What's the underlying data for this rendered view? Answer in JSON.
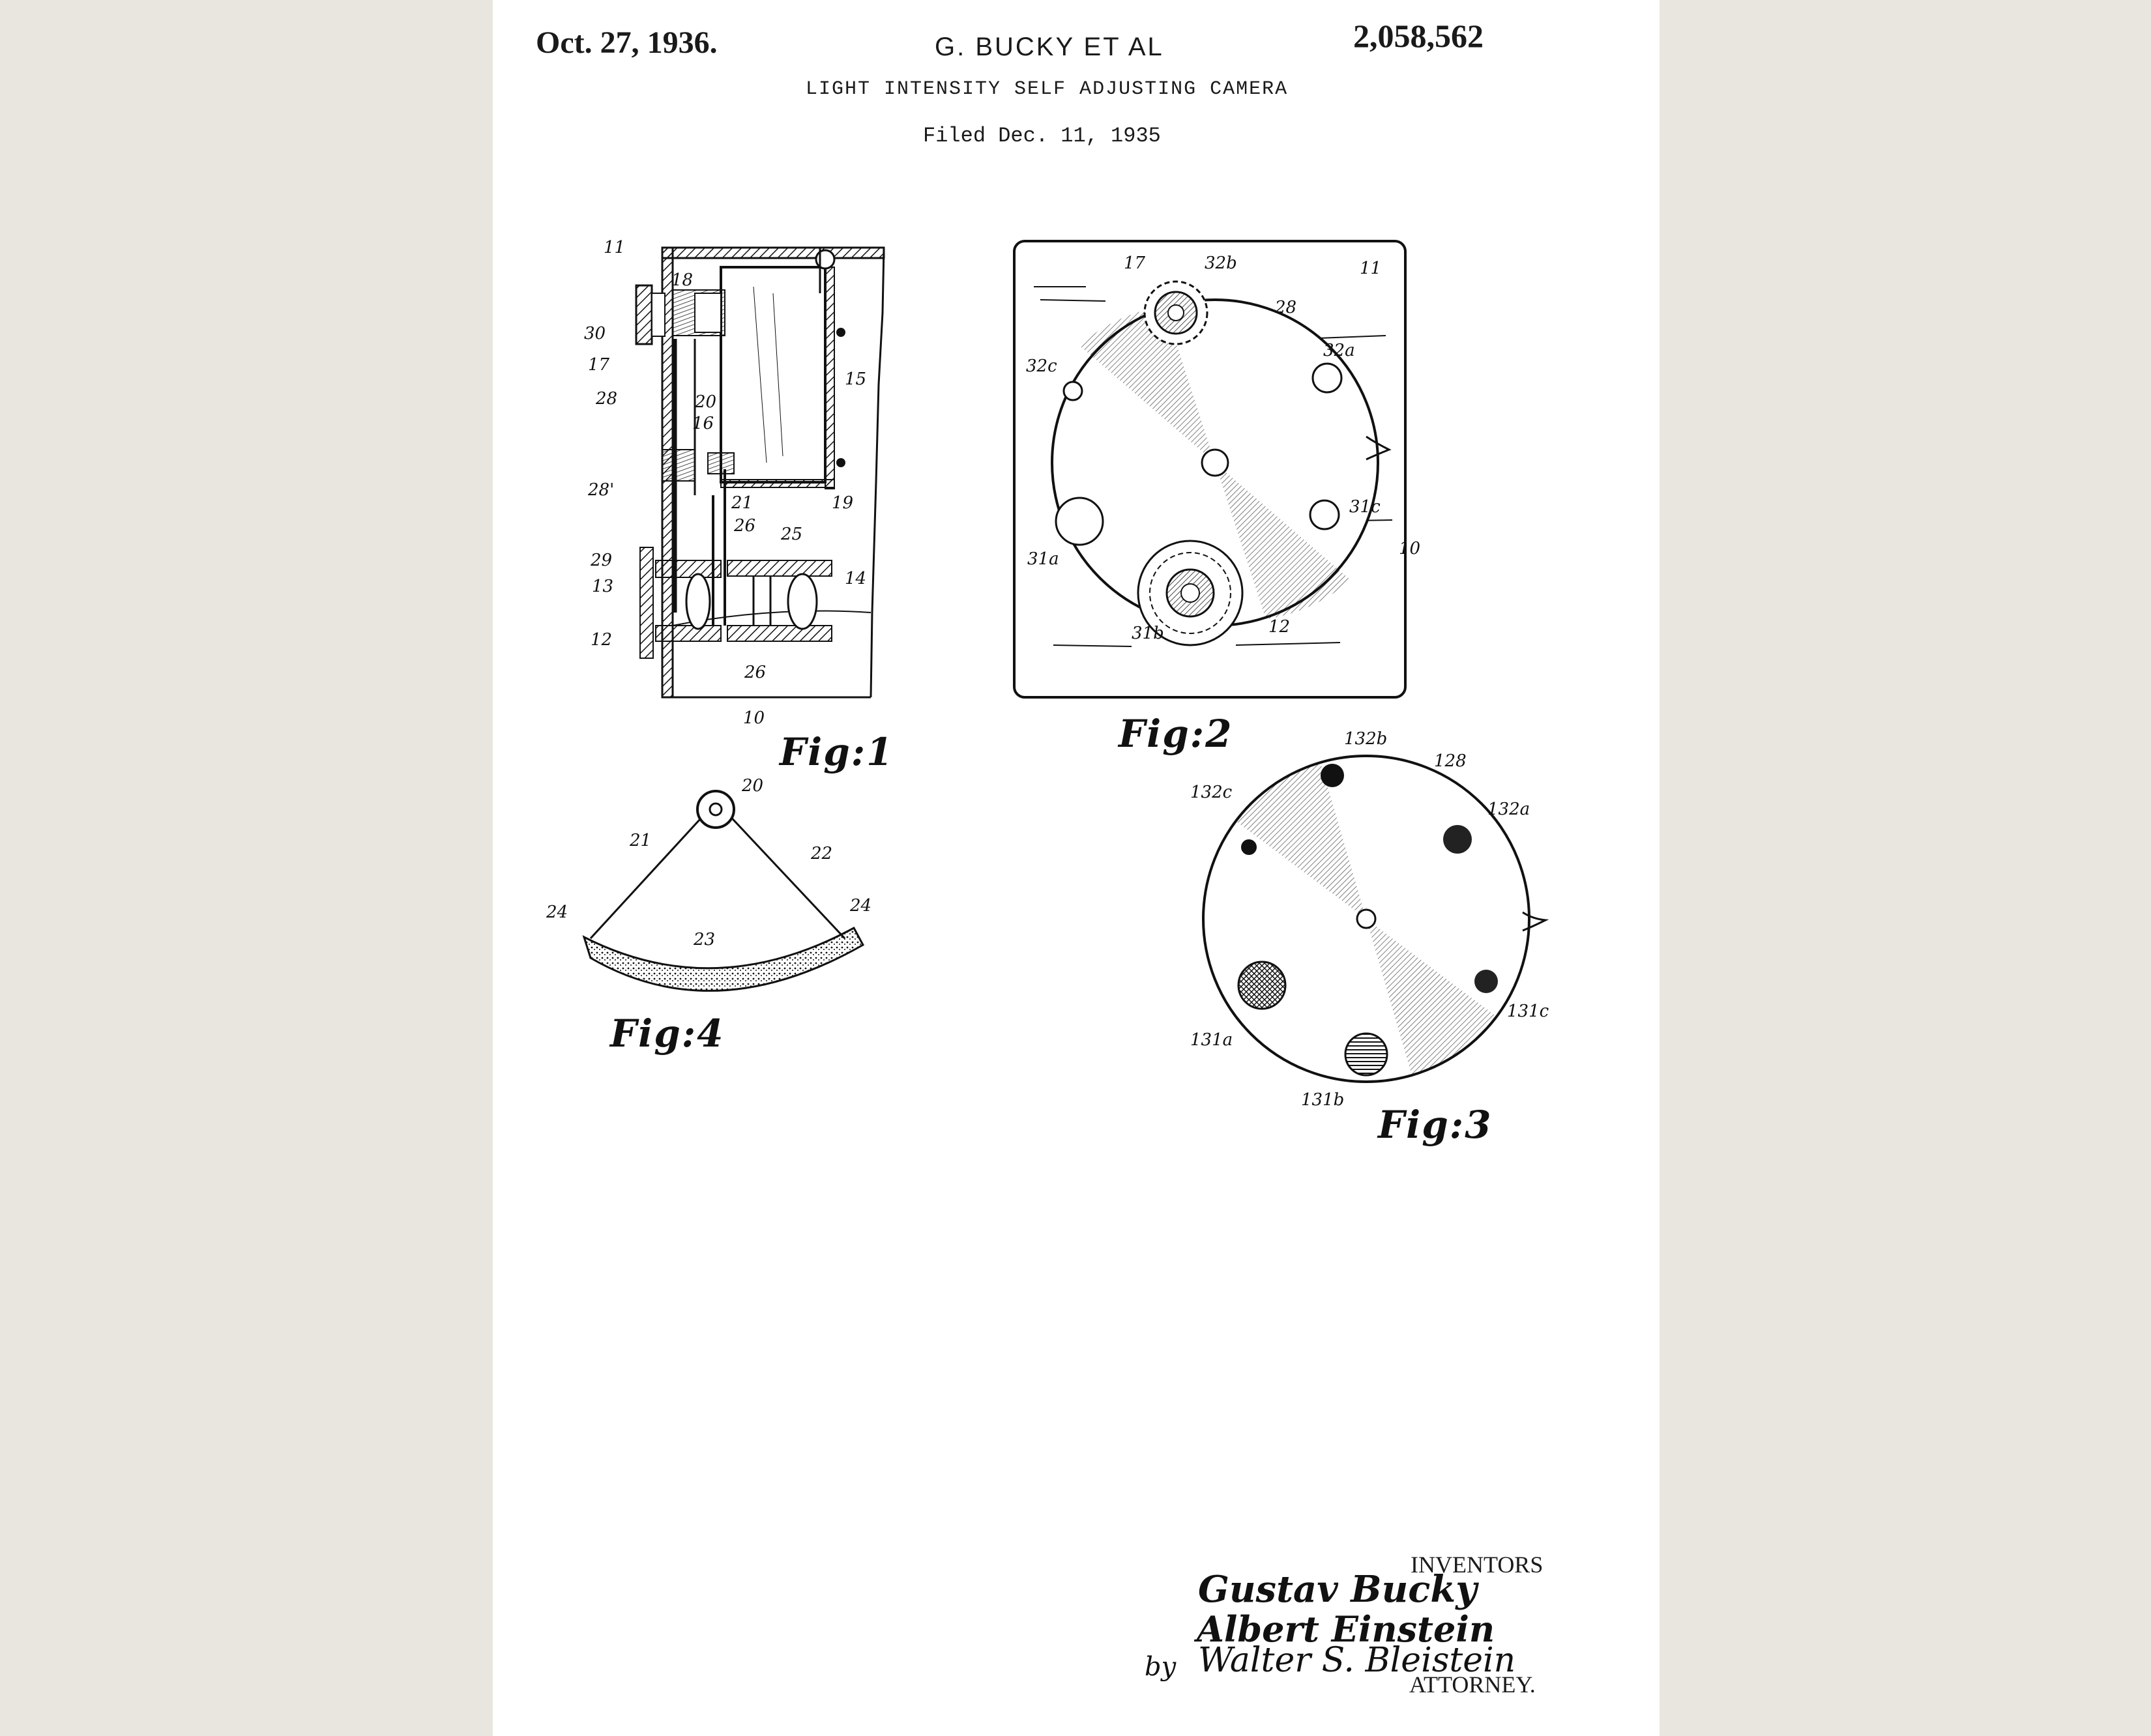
{
  "header": {
    "date": "Oct. 27, 1936.",
    "inventors_short": "G. BUCKY ET AL",
    "patent_number": "2,058,562",
    "title": "LIGHT INTENSITY SELF ADJUSTING CAMERA",
    "filed": "Filed Dec. 11, 1935"
  },
  "figures": {
    "fig1": {
      "caption": "Fig:1",
      "labels": [
        "11",
        "18",
        "30",
        "17",
        "28",
        "15",
        "20",
        "16",
        "28'",
        "19",
        "21",
        "26",
        "25",
        "29",
        "13",
        "14",
        "12",
        "26",
        "10"
      ]
    },
    "fig2": {
      "caption": "Fig:2",
      "labels": [
        "17",
        "32b",
        "28",
        "11",
        "32c",
        "32a",
        "31c",
        "31a",
        "10",
        "31b",
        "12"
      ]
    },
    "fig3": {
      "caption": "Fig:3",
      "labels": [
        "132b",
        "128",
        "132c",
        "132a",
        "131c",
        "131a",
        "131b"
      ]
    },
    "fig4": {
      "caption": "Fig:4",
      "labels": [
        "20",
        "21",
        "22",
        "24",
        "24",
        "23"
      ]
    }
  },
  "signature_block": {
    "inventors_label": "INVENTORS",
    "inventor1": "Gustav Bucky",
    "inventor2": "Albert Einstein",
    "by": "by",
    "attorney_signature": "Walter S. Bleistein",
    "attorney_label": "ATTORNEY."
  }
}
